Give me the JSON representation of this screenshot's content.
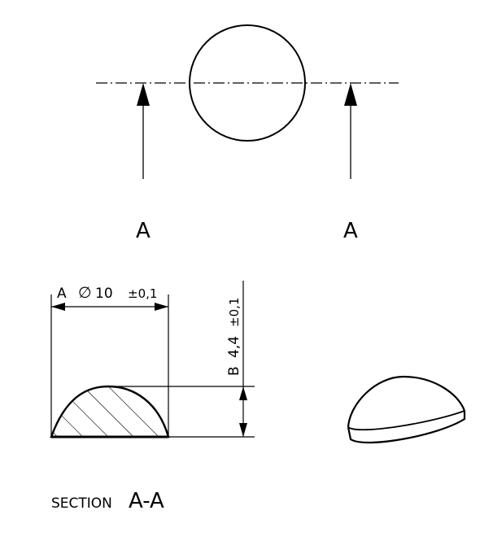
{
  "drawing": {
    "section_markers": {
      "left": "A",
      "right": "A"
    },
    "diameter_dim": {
      "datum": "A",
      "symbol": "∅",
      "value": "10",
      "tolerance": "±0,1"
    },
    "height_dim": {
      "datum": "B",
      "value": "4,4",
      "tolerance": "±0,1"
    },
    "section_label": {
      "prefix": "SECTION",
      "name": "A-A"
    }
  }
}
